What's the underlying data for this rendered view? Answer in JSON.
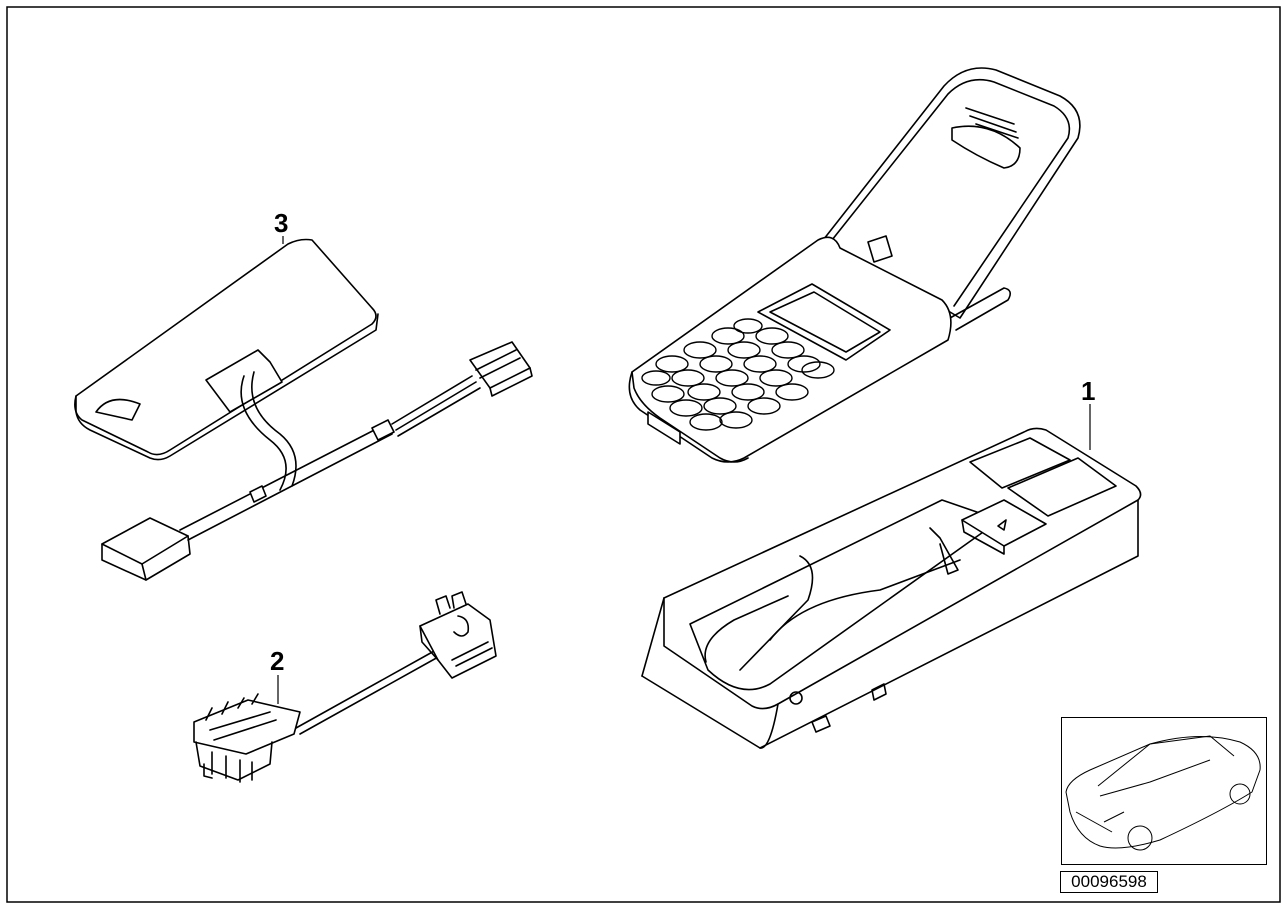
{
  "diagram": {
    "callouts": [
      {
        "id": "1",
        "text": "1"
      },
      {
        "id": "2",
        "text": "2"
      },
      {
        "id": "3",
        "text": "3"
      }
    ],
    "reference_code": "00096598",
    "line_color": "#000000",
    "background": "#ffffff"
  }
}
